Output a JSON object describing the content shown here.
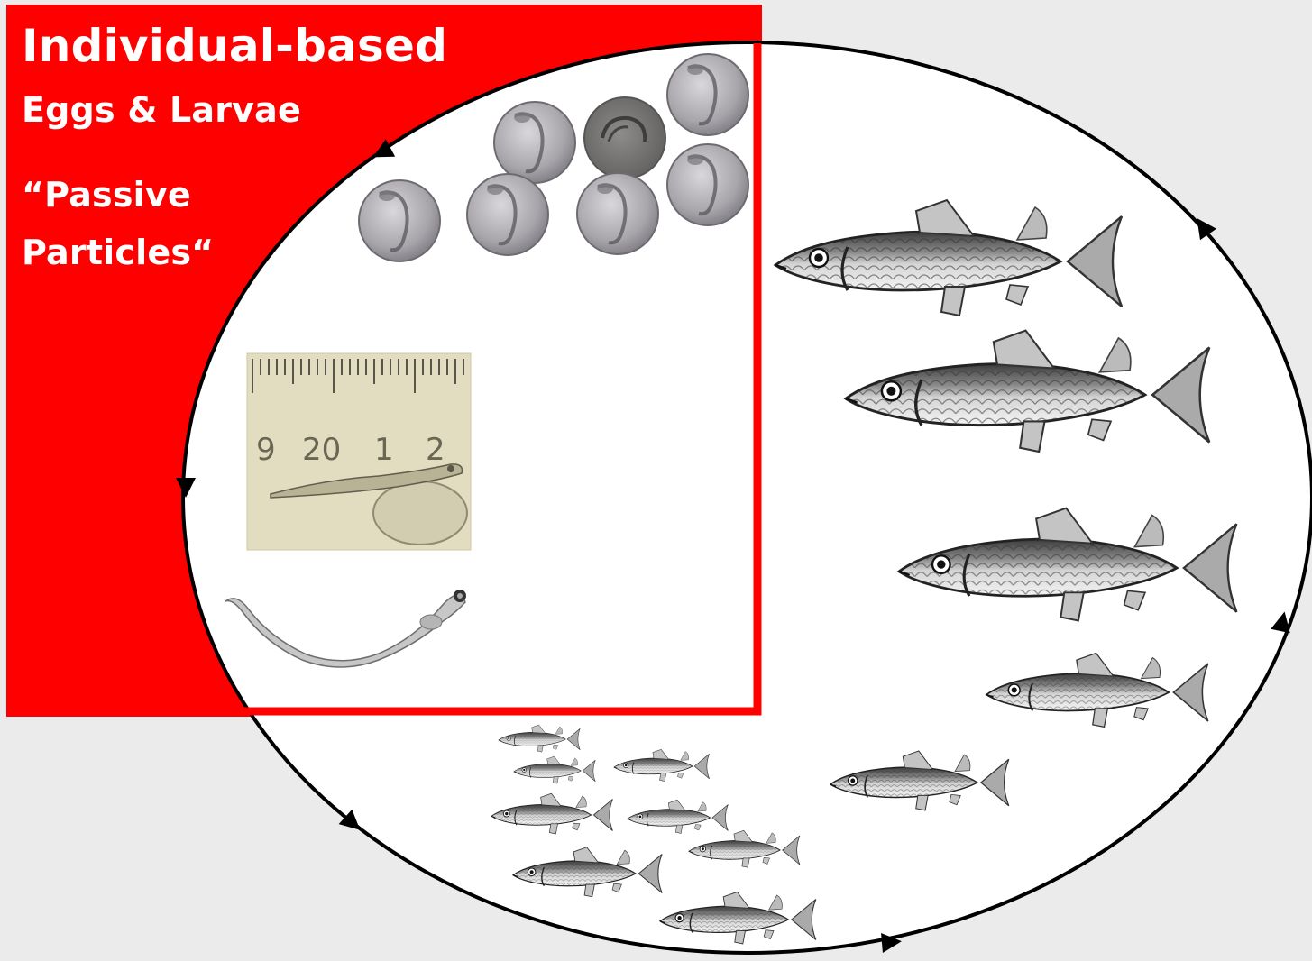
{
  "panel": {
    "title": "Individual-based",
    "subtitle": "Eggs & Larvae",
    "note_line1": "“Passive",
    "note_line2": "Particles“"
  },
  "ruler": {
    "numbers": [
      "9",
      "20",
      "1",
      "2"
    ]
  },
  "colors": {
    "background": "#ebebeb",
    "panel_red": "#ff0000",
    "cycle_line": "#000000",
    "ruler_background": "#e2dcc0"
  },
  "stages": [
    "eggs",
    "yolk-sac-larva",
    "larva",
    "juveniles",
    "adults"
  ],
  "icons": {
    "cycle_arrows": "arrowhead-icon",
    "eggs": "fish-egg-icon",
    "fish": "herring-icon"
  }
}
